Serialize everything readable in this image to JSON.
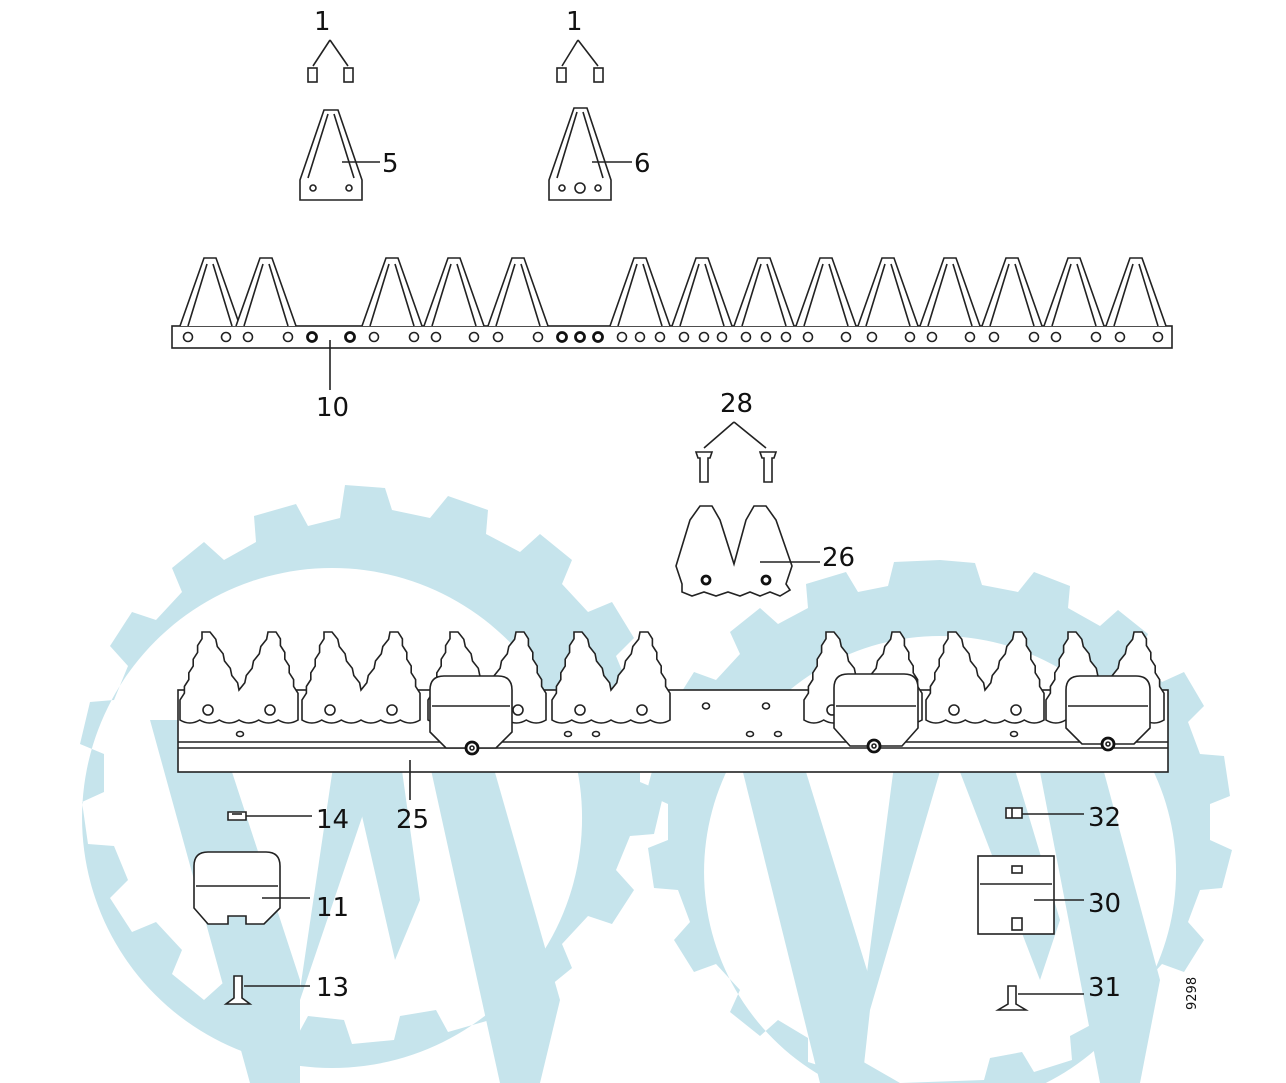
{
  "diagram": {
    "callouts": {
      "c1a": "1",
      "c1b": "1",
      "c5": "5",
      "c6": "6",
      "c10": "10",
      "c28": "28",
      "c26": "26",
      "c14": "14",
      "c25": "25",
      "c11": "11",
      "c13": "13",
      "c32": "32",
      "c30": "30",
      "c31": "31"
    },
    "drawing_number": "9298"
  },
  "watermark": {
    "description": "two gear-wheel logos with stylized V shapes",
    "color": "#c6e4ec"
  },
  "colors": {
    "line": "#222222",
    "background": "#ffffff"
  }
}
